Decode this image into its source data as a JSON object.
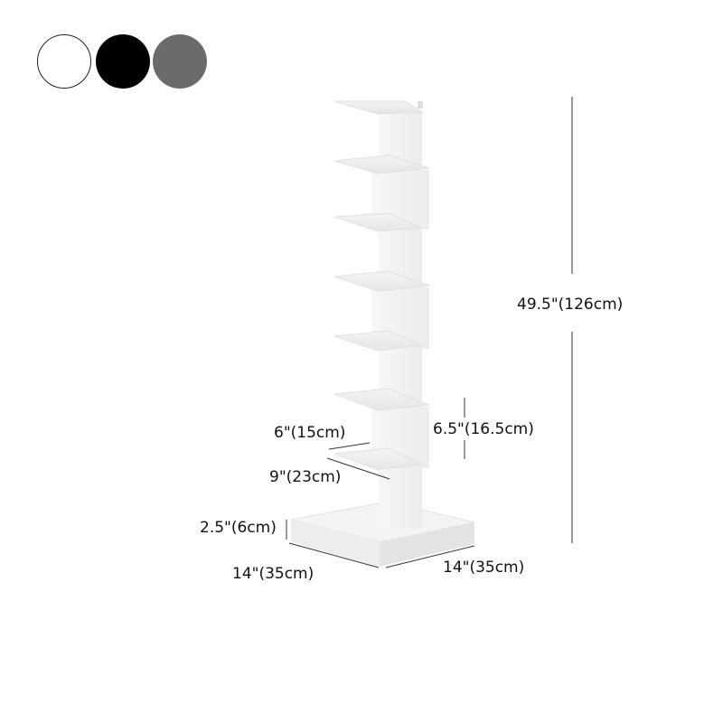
{
  "color_options": [
    {
      "name": "white",
      "hex": "#ffffff"
    },
    {
      "name": "black",
      "hex": "#000000"
    },
    {
      "name": "gray",
      "hex": "#6b6b6b"
    }
  ],
  "product": {
    "type": "spine bookshelf / tree bookcase",
    "shelf_count": 7,
    "color": "#f3f3f3"
  },
  "dimensions": {
    "total_height": "49.5\"(126cm)",
    "shelf_spacing": "6.5\"(16.5cm)",
    "shelf_width": "6\"(15cm)",
    "shelf_depth": "9\"(23cm)",
    "base_height": "2.5\"(6cm)",
    "base_width": "14\"(35cm)",
    "base_depth": "14\"(35cm)"
  }
}
